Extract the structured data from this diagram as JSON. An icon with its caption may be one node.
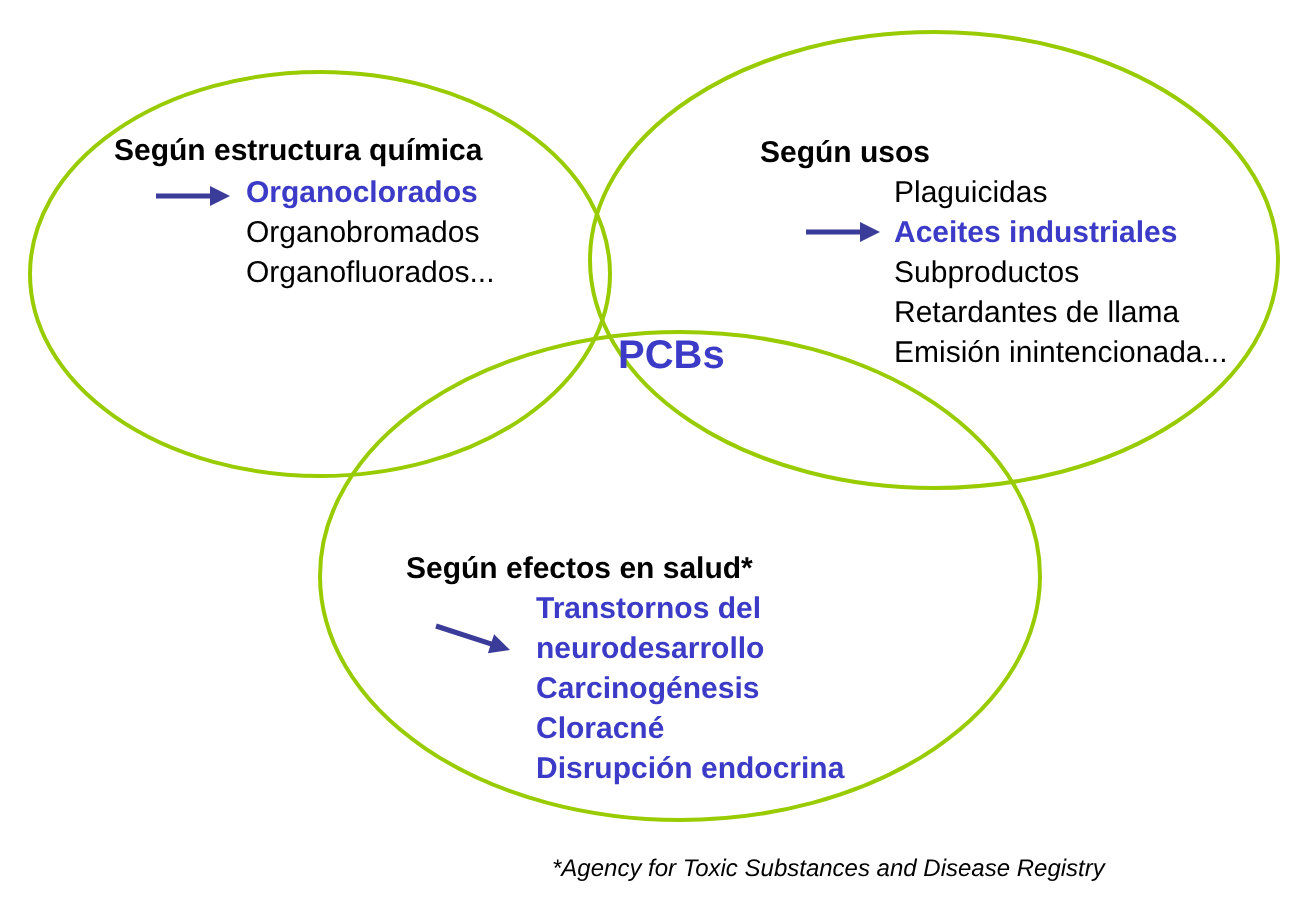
{
  "diagram": {
    "caption": "*Agency for Toxic Substances and Disease Registry",
    "nodes": [
      {
        "text": [
          "Según estructura química",
          "Organoclorados",
          "Organobromados",
          "Organofluorados..."
        ]
      },
      {
        "text": [
          "Según usos",
          "Plaguicidas",
          "Aceites industriales",
          "Subproductos",
          "Retardantes de llama",
          "Emisión inintencionada..."
        ]
      },
      {
        "text": [
          "Según efectos en salud*",
          "Transtornos del neurodesarrollo",
          "Carcinogénesis",
          "Cloracné",
          "Disrupción endocrina"
        ]
      }
    ],
    "edges": [],
    "labels": [
      "PCBs"
    ]
  }
}
